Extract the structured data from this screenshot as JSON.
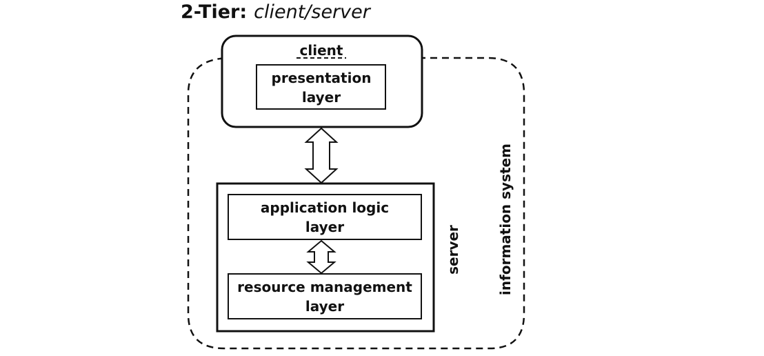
{
  "title": {
    "tier": "2-Tier:",
    "subtitle": "client/server"
  },
  "diagram": {
    "client_label": "client",
    "presentation_layer": [
      "presentation",
      "layer"
    ],
    "application_logic_layer": [
      "application logic",
      "layer"
    ],
    "resource_management_layer": [
      "resource management",
      "layer"
    ],
    "server_label": "server",
    "information_system_label": "information system"
  }
}
